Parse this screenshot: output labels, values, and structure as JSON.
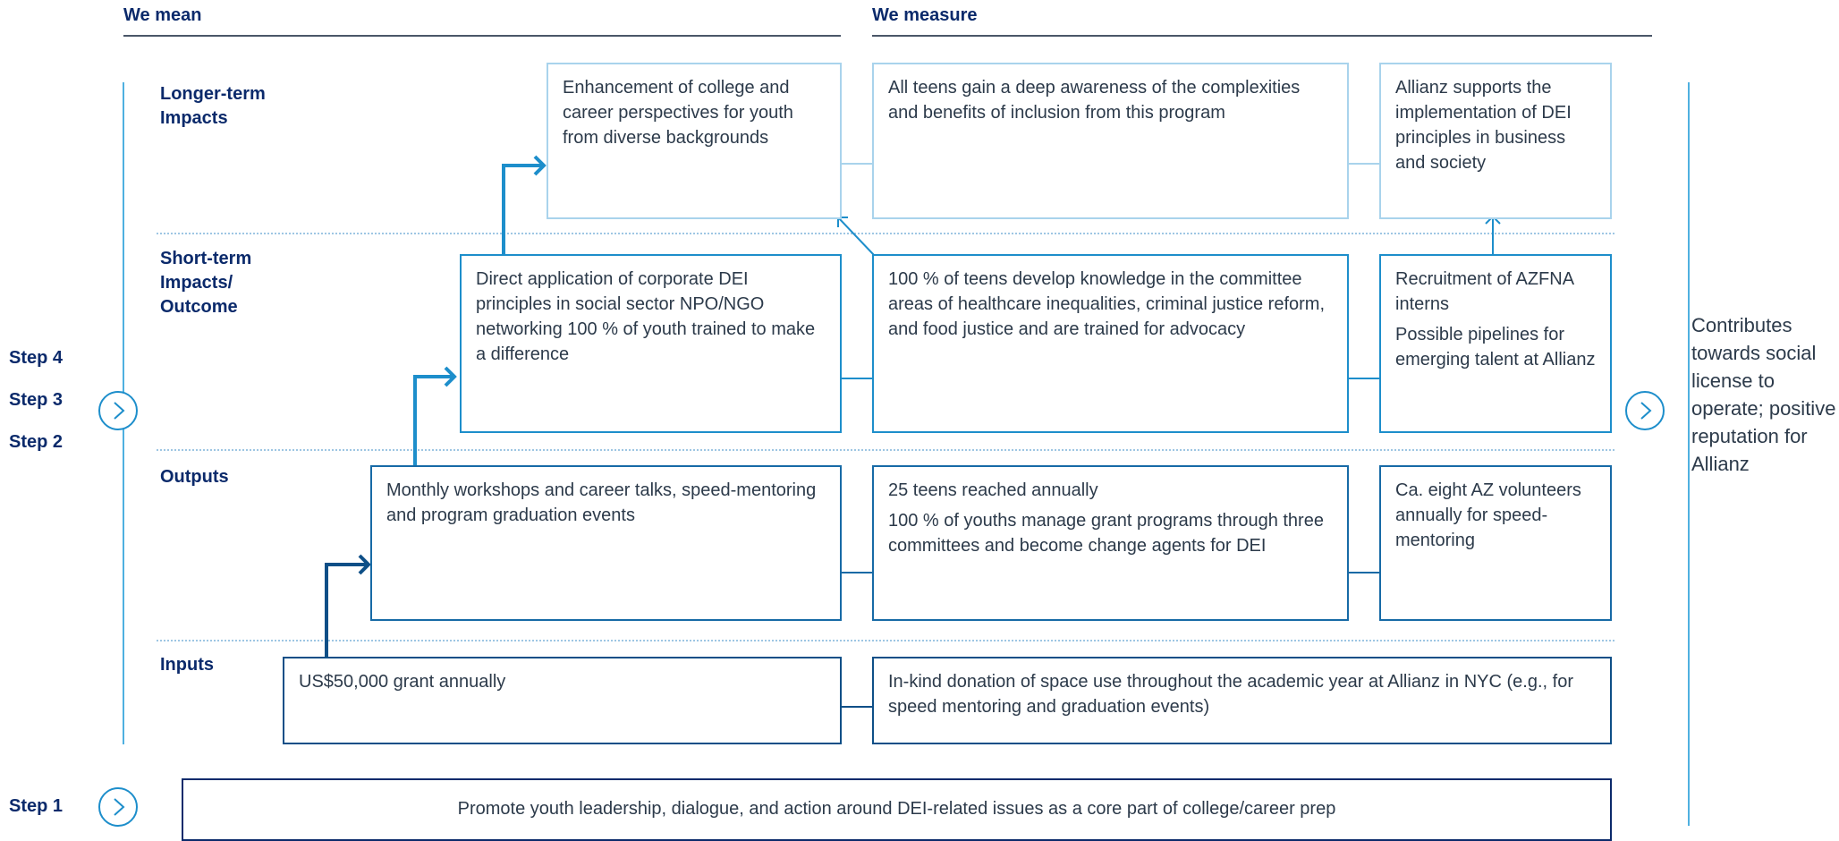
{
  "headers": {
    "we_mean": "We mean",
    "we_measure": "We measure"
  },
  "rows": {
    "longer_term": "Longer-term Impacts",
    "short_term": "Short-term Impacts/ Outcome",
    "outputs": "Outputs",
    "inputs": "Inputs"
  },
  "steps": {
    "step4": "Step 4",
    "step3": "Step 3",
    "step2": "Step 2",
    "step1": "Step 1"
  },
  "boxes": {
    "longer_mean": "Enhancement of college and career perspectives for youth from diverse backgrounds",
    "longer_measure_1": "All teens gain a deep awareness of the complexities and benefits of inclusion from this program",
    "longer_measure_2": "Allianz supports the implementation of DEI principles in business and society",
    "short_mean": "Direct application of corporate DEI principles in social sector NPO/NGO networking 100 % of youth trained to make a difference",
    "short_measure_1": "100 % of teens develop knowledge in the committee areas of healthcare inequalities, criminal justice reform, and food justice and are trained for advocacy",
    "short_measure_2a": "Recruitment of AZFNA interns",
    "short_measure_2b": "Possible pipelines for emerging talent at Allianz",
    "outputs_mean": "Monthly workshops and career talks, speed-mentoring and program graduation events",
    "outputs_measure_1a": "25 teens reached annually",
    "outputs_measure_1b": "100 % of youths manage grant programs through three committees and become change agents for DEI",
    "outputs_measure_2": "Ca. eight AZ volunteers annually for speed-mentoring",
    "inputs_mean": "US$50,000 grant annually",
    "inputs_measure": "In-kind donation of space use throughout the academic year at Allianz in NYC (e.g., for speed mentoring and graduation events)",
    "goal": "Promote youth leadership, dialogue, and action around DEI-related issues as a core part of college/career prep"
  },
  "contributes": "Contributes towards social license to operate; positive reputation for Allianz",
  "colors": {
    "navy": "#0b2a6b",
    "longer_term_border": "#a9d3ec",
    "short_term_border": "#1d8ecb",
    "outputs_border": "#176aa6",
    "inputs_border": "#0e4f87"
  },
  "icons": {
    "step_arrow": "chevron-right-circle-icon"
  }
}
